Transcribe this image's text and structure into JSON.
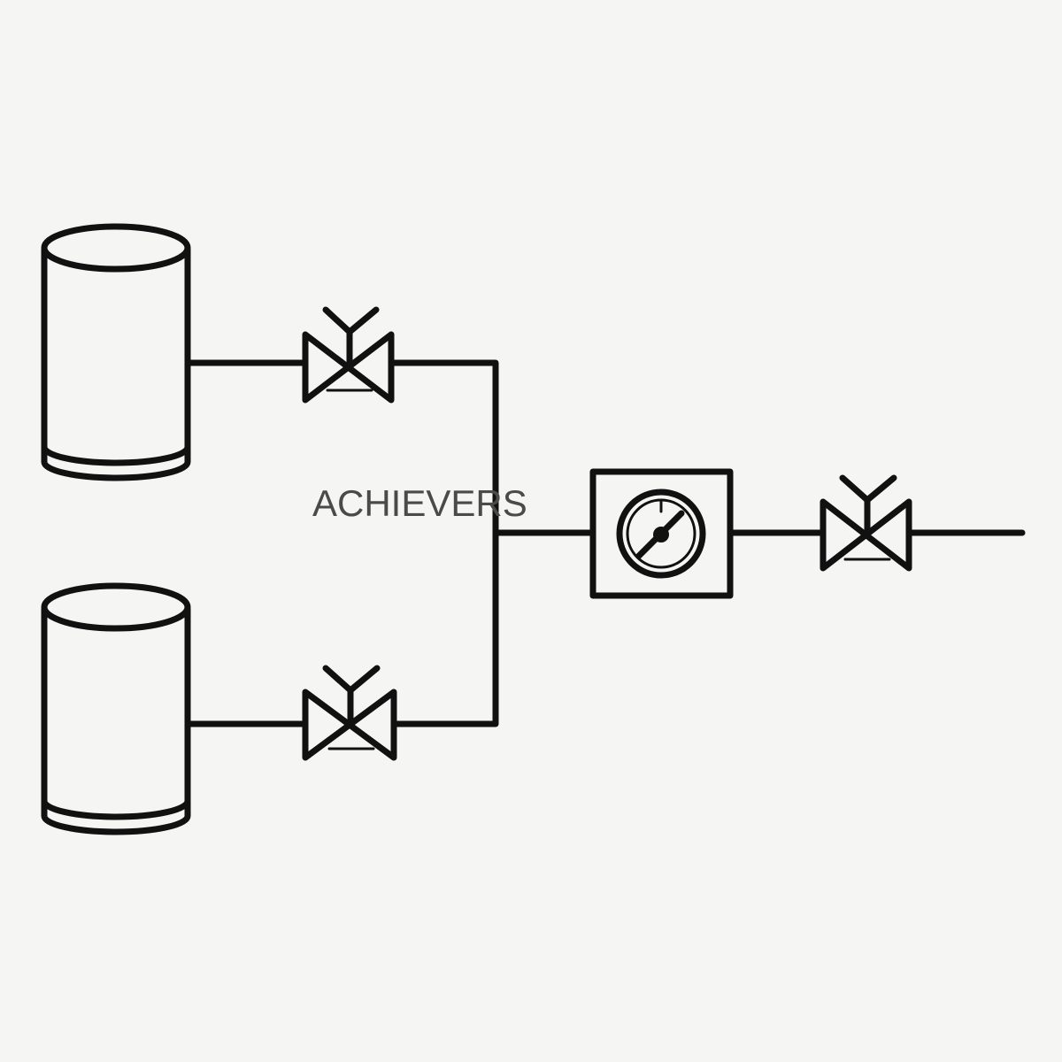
{
  "diagram": {
    "watermark_text": "ACHIEVERS",
    "components": [
      {
        "id": "tank-top",
        "kind": "tank-icon"
      },
      {
        "id": "tank-bottom",
        "kind": "tank-icon"
      },
      {
        "id": "valve-top",
        "kind": "valve-icon"
      },
      {
        "id": "valve-bottom",
        "kind": "valve-icon"
      },
      {
        "id": "pressure-gauge",
        "kind": "gauge-icon"
      },
      {
        "id": "valve-outlet",
        "kind": "valve-icon"
      }
    ],
    "colors": {
      "background": "#f5f5f4",
      "line": "#111111",
      "watermark": "#4a4a4a"
    }
  }
}
